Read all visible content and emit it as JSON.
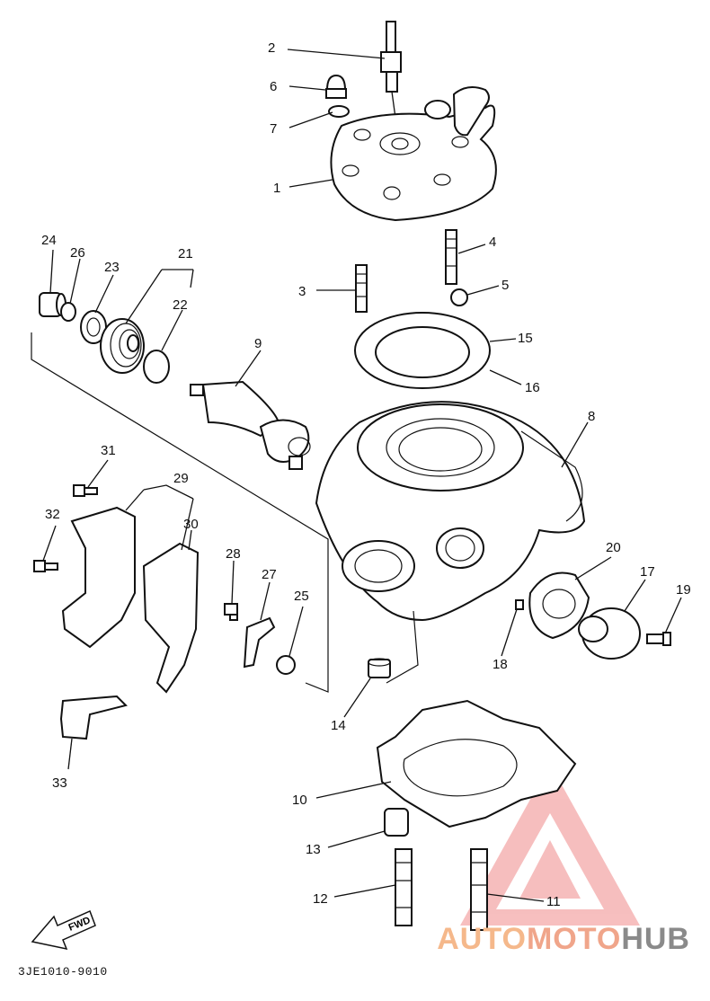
{
  "diagram": {
    "code": "3JE1010-9010",
    "fwd_label": "FWD",
    "labels": [
      {
        "id": "2",
        "text": "2"
      },
      {
        "id": "6",
        "text": "6"
      },
      {
        "id": "7",
        "text": "7"
      },
      {
        "id": "1",
        "text": "1"
      },
      {
        "id": "4",
        "text": "4"
      },
      {
        "id": "3",
        "text": "3"
      },
      {
        "id": "5",
        "text": "5"
      },
      {
        "id": "15",
        "text": "15"
      },
      {
        "id": "16",
        "text": "16"
      },
      {
        "id": "24",
        "text": "24"
      },
      {
        "id": "26",
        "text": "26"
      },
      {
        "id": "23",
        "text": "23"
      },
      {
        "id": "21",
        "text": "21"
      },
      {
        "id": "22",
        "text": "22"
      },
      {
        "id": "9",
        "text": "9"
      },
      {
        "id": "8",
        "text": "8"
      },
      {
        "id": "31",
        "text": "31"
      },
      {
        "id": "29",
        "text": "29"
      },
      {
        "id": "32",
        "text": "32"
      },
      {
        "id": "30",
        "text": "30"
      },
      {
        "id": "28",
        "text": "28"
      },
      {
        "id": "27",
        "text": "27"
      },
      {
        "id": "25",
        "text": "25"
      },
      {
        "id": "20",
        "text": "20"
      },
      {
        "id": "17",
        "text": "17"
      },
      {
        "id": "19",
        "text": "19"
      },
      {
        "id": "18",
        "text": "18"
      },
      {
        "id": "14",
        "text": "14"
      },
      {
        "id": "33",
        "text": "33"
      },
      {
        "id": "10",
        "text": "10"
      },
      {
        "id": "13",
        "text": "13"
      },
      {
        "id": "12",
        "text": "12"
      },
      {
        "id": "11",
        "text": "11"
      }
    ]
  },
  "watermark": {
    "part1": "AUTO",
    "part2": "MOTO",
    "part3": "HUB",
    "color_red": "#f08a8a",
    "color_orange": "#f5b88b",
    "color_gray": "#8a8a8a"
  }
}
